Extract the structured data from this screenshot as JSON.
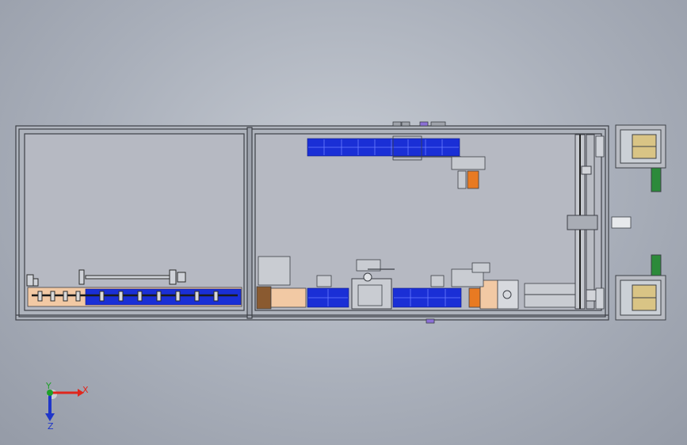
{
  "triad": {
    "x_label": "X",
    "y_label": "Y",
    "z_label": "Z",
    "x_color": "#e0261c",
    "y_color": "#1fa02a",
    "z_color": "#1f36c9"
  },
  "colors": {
    "frame": "#3d4047",
    "frame_fill": "#b2b6bf",
    "conveyor_blue": "#1a2fd6",
    "conveyor_tan": "#f2c9a4",
    "orange": "#e87a22",
    "purple": "#8b6fd6",
    "green": "#2c8a3a"
  }
}
